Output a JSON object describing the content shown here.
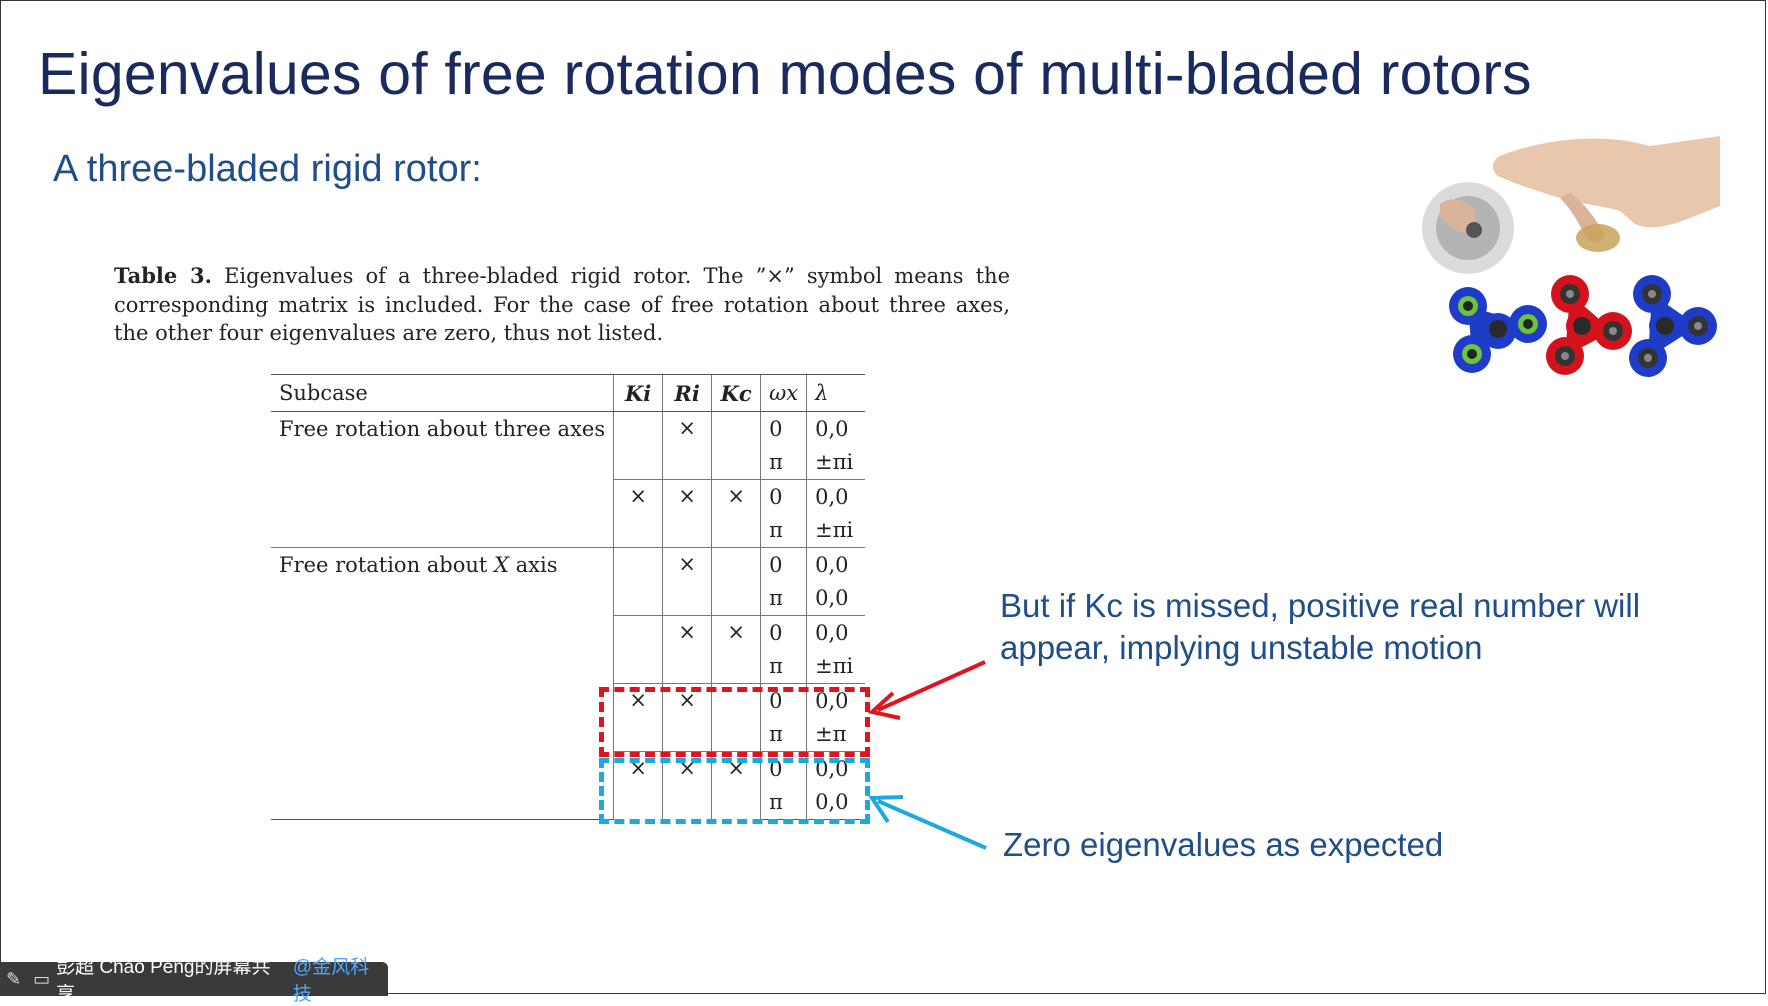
{
  "slide": {
    "title": "Eigenvalues of free rotation modes of multi-bladed rotors",
    "subtitle": "A three-bladed rigid rotor:"
  },
  "caption": {
    "label": "Table 3.",
    "text": "Eigenvalues of a three-bladed rigid rotor. The ”×” symbol means the corresponding matrix is included. For the case of free rotation about three axes, the other four eigenvalues are zero, thus not listed."
  },
  "table": {
    "headers": [
      "Subcase",
      "Ki",
      "Ri",
      "Kc",
      "ωx",
      "λ"
    ],
    "rows": [
      {
        "subcase": "Free rotation about three axes",
        "ki": "",
        "ri": "×",
        "kc": "",
        "w1": "0",
        "l1": "0,0",
        "w2": "π",
        "l2": "±πi"
      },
      {
        "subcase": "",
        "ki": "×",
        "ri": "×",
        "kc": "×",
        "w1": "0",
        "l1": "0,0",
        "w2": "π",
        "l2": "±πi"
      },
      {
        "subcase": "Free rotation about X axis",
        "ki": "",
        "ri": "×",
        "kc": "",
        "w1": "0",
        "l1": "0,0",
        "w2": "π",
        "l2": "0,0"
      },
      {
        "subcase": "",
        "ki": "",
        "ri": "×",
        "kc": "×",
        "w1": "0",
        "l1": "0,0",
        "w2": "π",
        "l2": "±πi"
      },
      {
        "subcase": "",
        "ki": "×",
        "ri": "×",
        "kc": "",
        "w1": "0",
        "l1": "0,0",
        "w2": "π",
        "l2": "±π"
      },
      {
        "subcase": "",
        "ki": "×",
        "ri": "×",
        "kc": "×",
        "w1": "0",
        "l1": "0,0",
        "w2": "π",
        "l2": "0,0"
      }
    ]
  },
  "notes": {
    "kc_missed": "But if Kc is missed, positive real number will appear, implying unstable motion",
    "zero": "Zero eigenvalues as expected"
  },
  "colors": {
    "title": "#1a2a5e",
    "text_blue": "#1f4e8a",
    "highlight_red": "#e0141e",
    "highlight_blue": "#1ea8e0"
  },
  "sharebar": {
    "label": "彭超 Chao Peng的屏幕共享",
    "tag": "@金风科技"
  }
}
